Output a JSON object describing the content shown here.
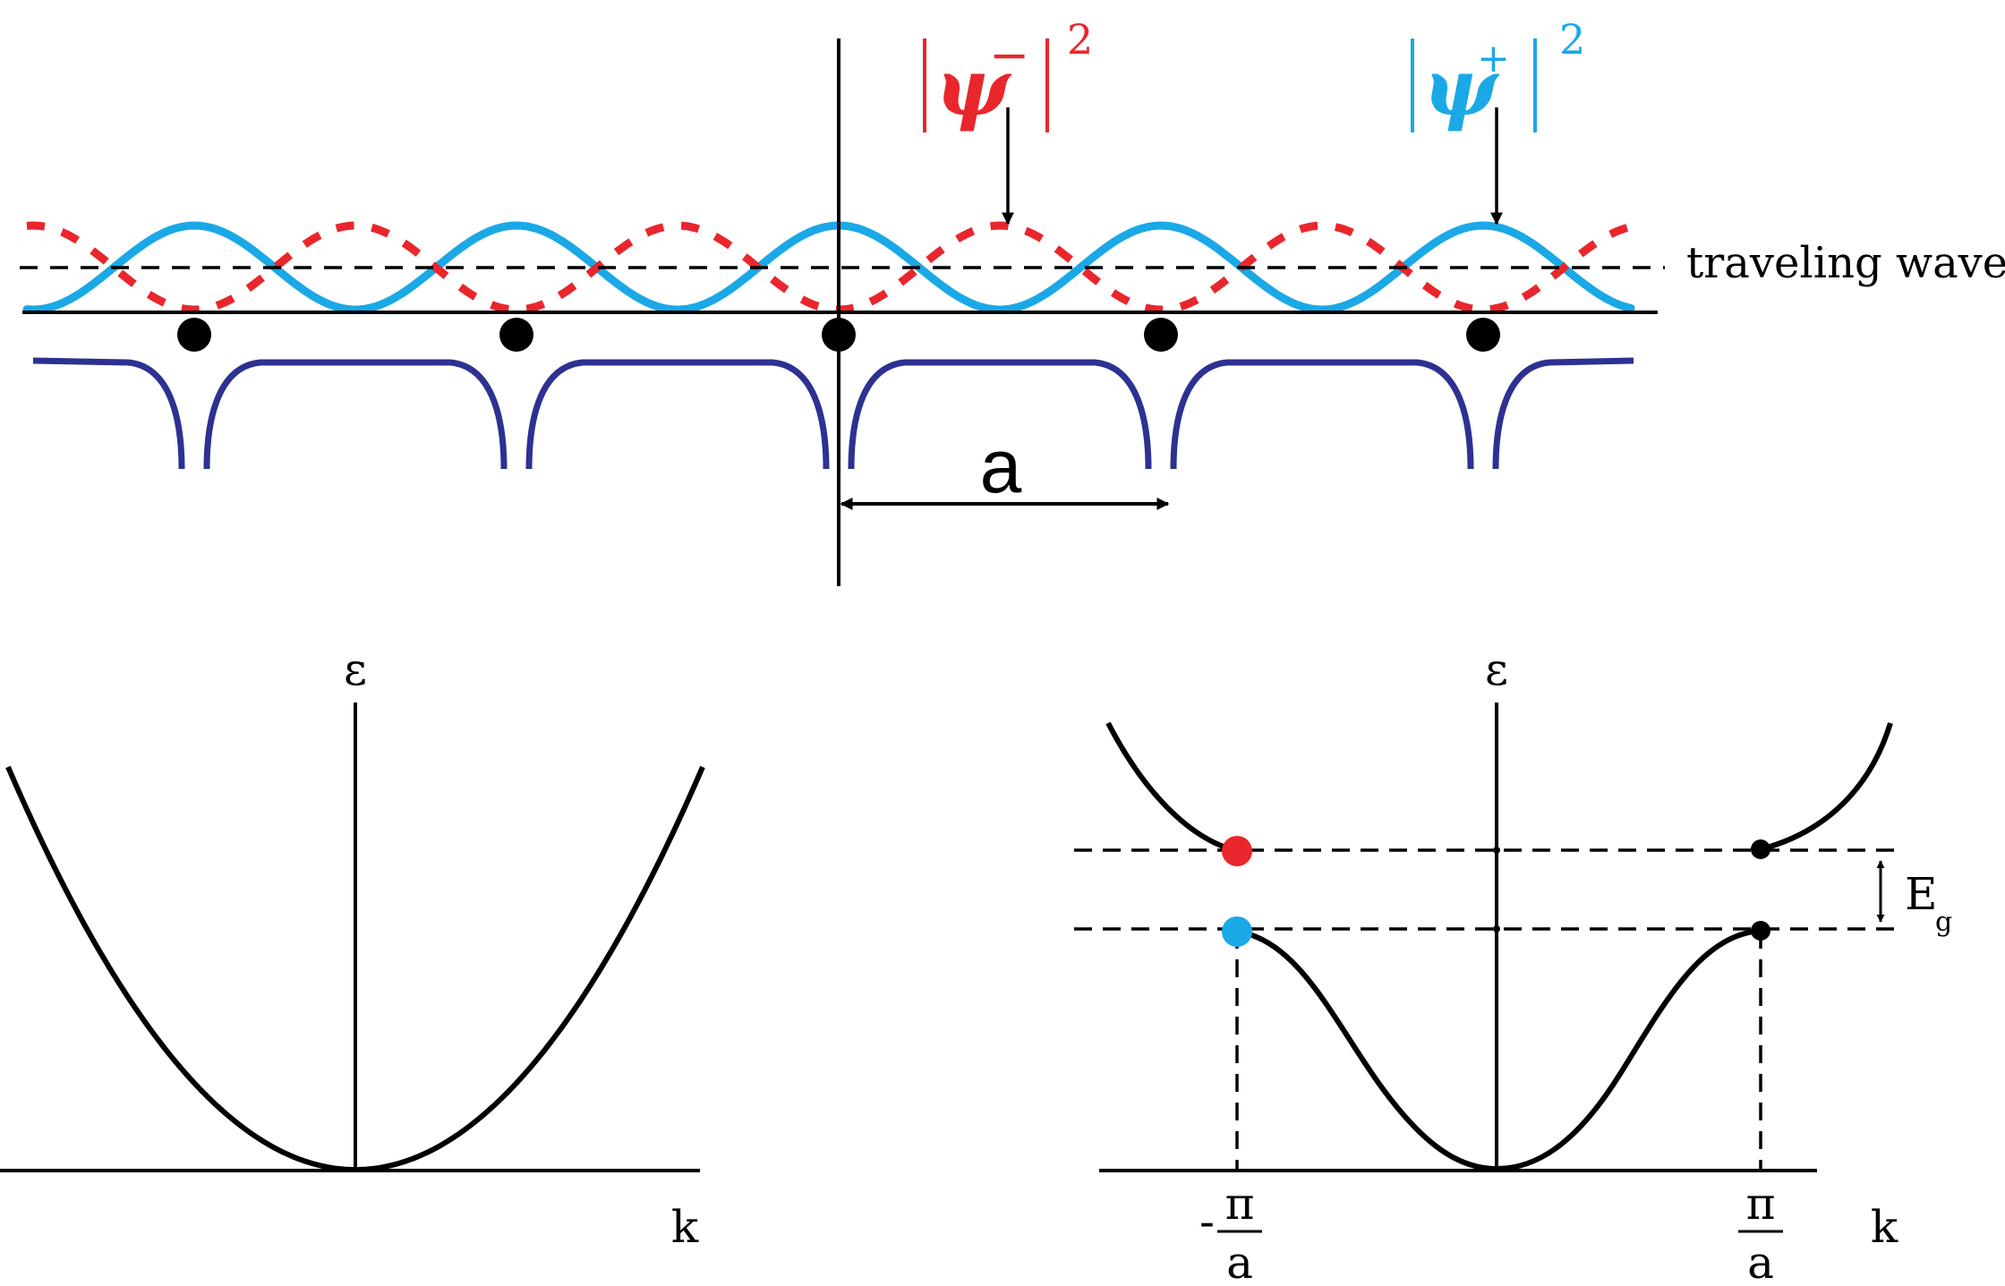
{
  "colors": {
    "psi_minus": "#e8262c",
    "psi_plus": "#1aa9e6",
    "potential": "#2d3192",
    "ink": "#000000"
  },
  "top": {
    "psi_minus": {
      "symbol": "ψ",
      "sign": "−",
      "power": "2"
    },
    "psi_plus": {
      "symbol": "ψ",
      "sign": "+",
      "power": "2"
    },
    "traveling_wave_label": "traveling wave",
    "lattice_constant_label": "a"
  },
  "free_electron": {
    "y_axis_label": "ε",
    "x_axis_label": "k"
  },
  "band_gap": {
    "y_axis_label": "ε",
    "x_axis_label": "k",
    "gap_label": "E",
    "gap_subscript": "g",
    "left_tick": {
      "sign": "-",
      "numerator": "π",
      "denominator": "a"
    },
    "right_tick": {
      "numerator": "π",
      "denominator": "a"
    }
  }
}
